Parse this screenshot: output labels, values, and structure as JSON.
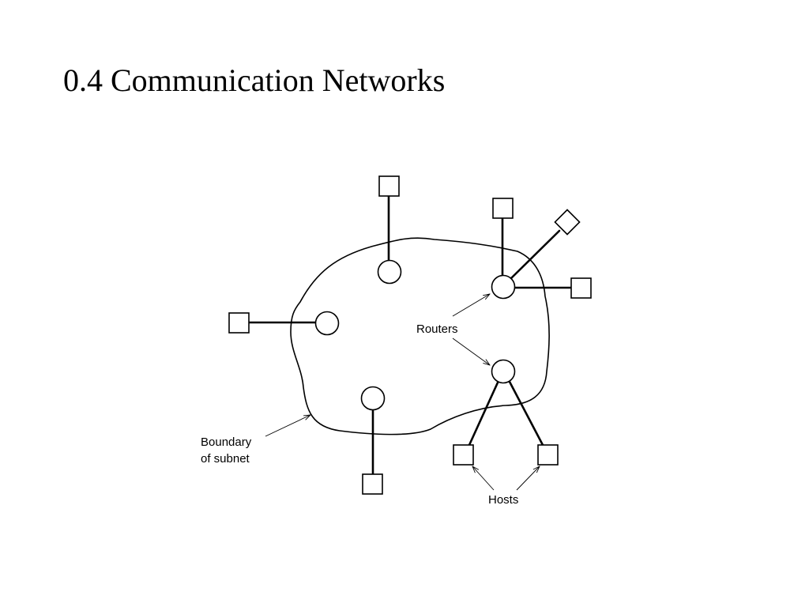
{
  "slide": {
    "title": "0.4 Communication Networks"
  },
  "diagram": {
    "labels": {
      "routers": "Routers",
      "boundary_line1": "Boundary",
      "boundary_line2": "of subnet",
      "hosts": "Hosts"
    }
  }
}
